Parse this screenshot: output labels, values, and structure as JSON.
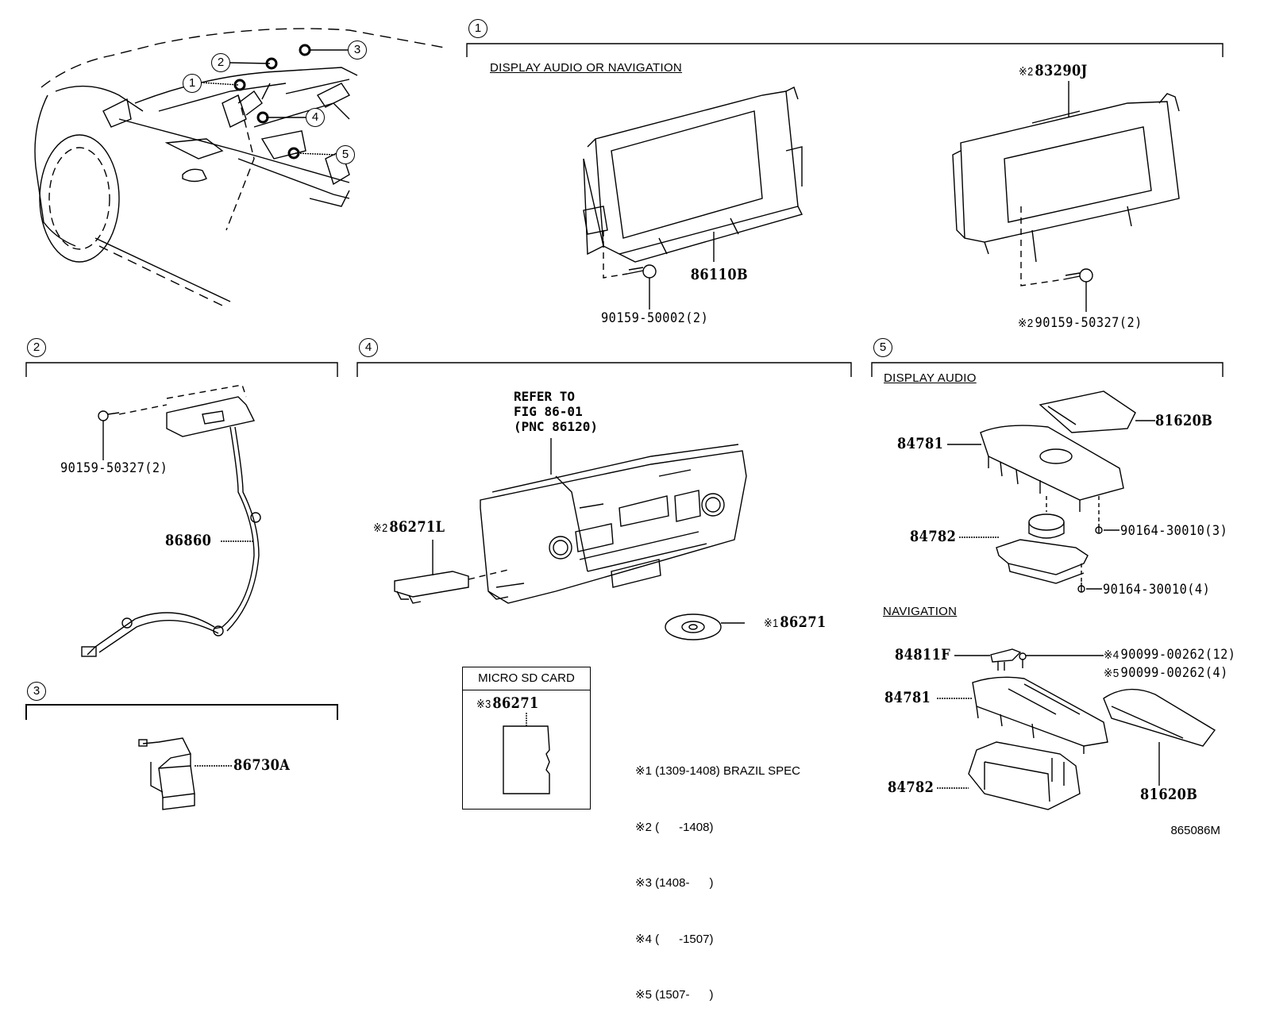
{
  "figure_code": "865086M",
  "overview": {
    "callouts": [
      "1",
      "2",
      "3",
      "4",
      "5"
    ]
  },
  "sections": [
    {
      "id": "1",
      "subtitle": "DISPLAY AUDIO OR NAVIGATION",
      "parts": [
        {
          "mark": "",
          "pn": "86110B"
        },
        {
          "mark": "",
          "pn": "90159-50002(2)"
        },
        {
          "mark": "※2",
          "pn": "83290J"
        },
        {
          "mark": "※2",
          "pn": "90159-50327(2)"
        }
      ]
    },
    {
      "id": "2",
      "parts": [
        {
          "mark": "",
          "pn": "90159-50327(2)"
        },
        {
          "mark": "",
          "pn": "86860"
        }
      ]
    },
    {
      "id": "3",
      "parts": [
        {
          "mark": "",
          "pn": "86730A"
        }
      ]
    },
    {
      "id": "4",
      "refer": "REFER TO\nFIG 86-01\n(PNC 86120)",
      "parts": [
        {
          "mark": "※2",
          "pn": "86271L"
        },
        {
          "mark": "※1",
          "pn": "86271"
        }
      ],
      "sd_box": {
        "title": "MICRO SD CARD",
        "mark": "※3",
        "pn": "86271"
      }
    },
    {
      "id": "5",
      "subtitle": "DISPLAY AUDIO",
      "subtitle2": "NAVIGATION",
      "parts": [
        {
          "mark": "",
          "pn": "81620B"
        },
        {
          "mark": "",
          "pn": "84781"
        },
        {
          "mark": "",
          "pn": "84782"
        },
        {
          "mark": "",
          "pn": "90164-30010(3)"
        },
        {
          "mark": "",
          "pn": "90164-30010(4)"
        },
        {
          "mark": "",
          "pn": "84811F"
        },
        {
          "mark": "※4",
          "pn": "90099-00262(12)"
        },
        {
          "mark": "※5",
          "pn": "90099-00262(4)"
        },
        {
          "mark": "",
          "pn": "84781"
        },
        {
          "mark": "",
          "pn": "84782"
        },
        {
          "mark": "",
          "pn": "81620B"
        }
      ]
    }
  ],
  "notes": [
    "※1 (1309-1408) BRAZIL SPEC",
    "※2 (      -1408)",
    "※3 (1408-      )",
    "※4 (      -1507)",
    "※5 (1507-      )"
  ]
}
